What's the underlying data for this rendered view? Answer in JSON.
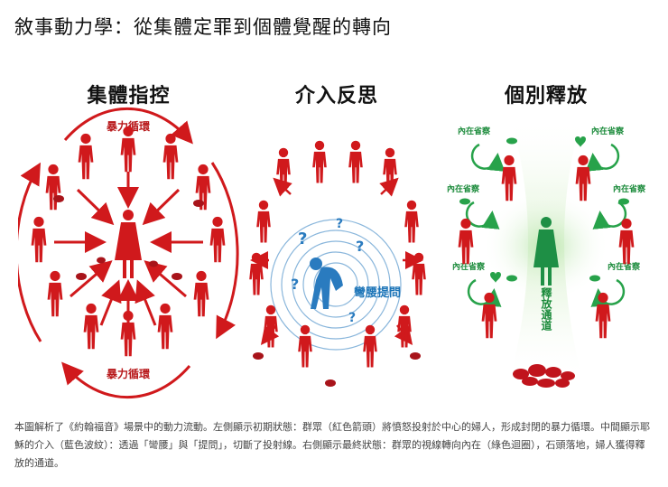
{
  "title": "敘事動力學：從集體定罪到個體覺醒的轉向",
  "panels": [
    {
      "heading": "集體指控",
      "cycle_label_top": "暴力循環",
      "cycle_label_bottom": "暴力循環"
    },
    {
      "heading": "介入反思",
      "action_label": "彎腰提問"
    },
    {
      "heading": "個別釋放",
      "introspection_label": "內在省察",
      "channel_label": "釋放通道"
    }
  ],
  "caption": "本圖解析了《約翰福音》場景中的動力流動。左側顯示初期狀態：群眾（紅色箭頭）將憤怒投射於中心的婦人，形成封閉的暴力循環。中間顯示耶穌的介入（藍色波紋）：透過「彎腰」與「提問」，切斷了投射線。右側顯示最終狀態：群眾的視線轉向內在（綠色迴圈），石頭落地，婦人獲得釋放的通道。",
  "colors": {
    "crowd_red": "#d0191c",
    "dark_red": "#a8141a",
    "ripple_blue": "#2a7bbf",
    "loop_green": "#27a24a",
    "woman_green": "#1e8f45",
    "woman_pink": "#e8a2aa"
  },
  "icons": [
    "eye-icon",
    "heart-icon",
    "question-mark-icon",
    "stone-icon",
    "circular-arrow-icon"
  ]
}
